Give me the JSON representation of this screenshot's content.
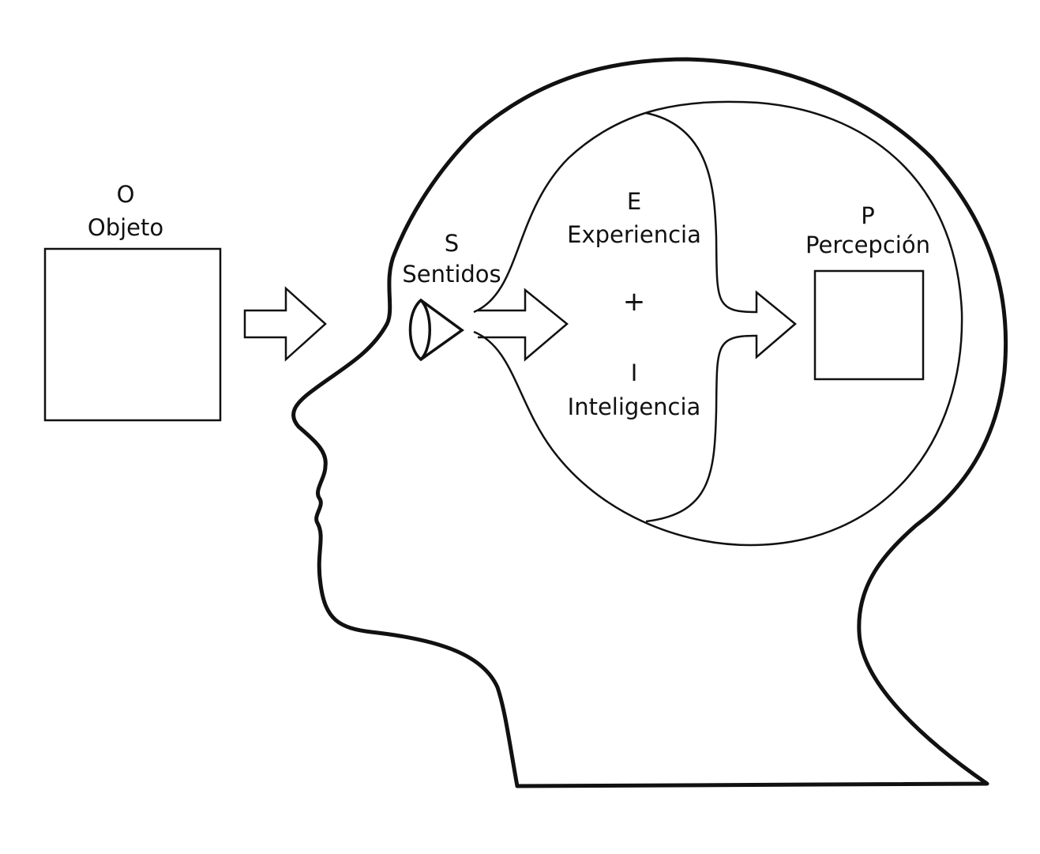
{
  "object": {
    "letter": "O",
    "name": "Objeto"
  },
  "senses": {
    "letter": "S",
    "name": "Sentidos"
  },
  "experience": {
    "letter": "E",
    "name": "Experiencia"
  },
  "plus": "+",
  "intelligence": {
    "letter": "I",
    "name": "Inteligencia"
  },
  "perception": {
    "letter": "P",
    "name": "Percepción"
  },
  "colors": {
    "ink": "#111111",
    "background": "#ffffff"
  }
}
